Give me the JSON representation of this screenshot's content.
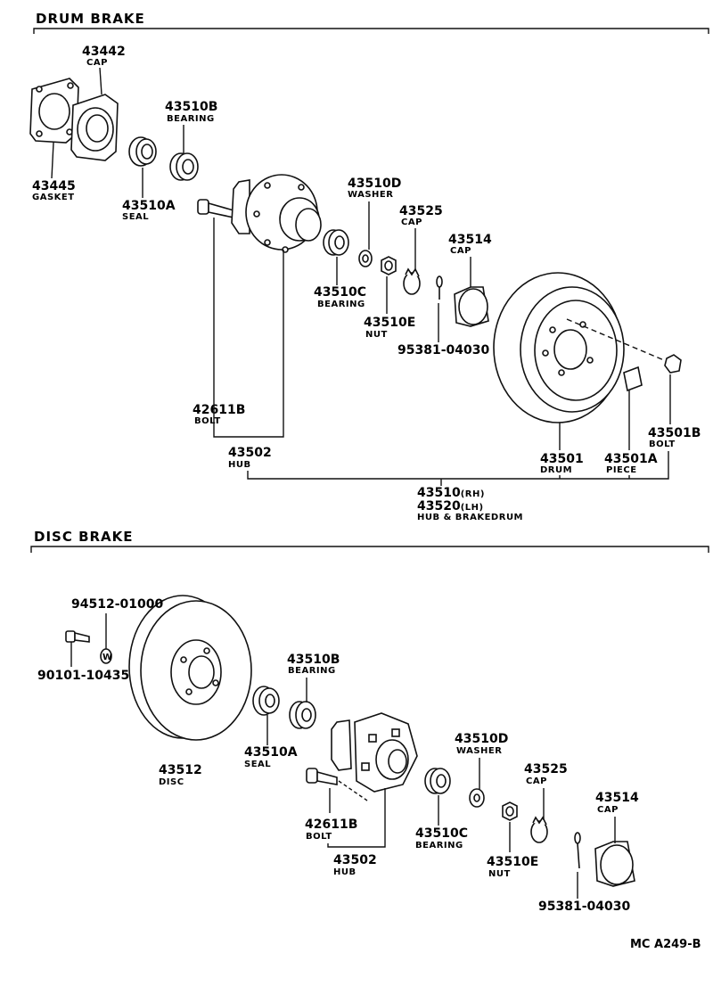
{
  "sections": {
    "drum": {
      "title": "DRUM BRAKE"
    },
    "disc": {
      "title": "DISC BRAKE"
    }
  },
  "drum_parts": {
    "cap_43442": {
      "number": "43442",
      "name": "CAP"
    },
    "gasket_43445": {
      "number": "43445",
      "name": "GASKET"
    },
    "bearing_43510B": {
      "number": "43510B",
      "name": "BEARING"
    },
    "seal_43510A": {
      "number": "43510A",
      "name": "SEAL"
    },
    "washer_43510D": {
      "number": "43510D",
      "name": "WASHER"
    },
    "cap_43525": {
      "number": "43525",
      "name": "CAP"
    },
    "cap_43514": {
      "number": "43514",
      "name": "CAP"
    },
    "bearing_43510C": {
      "number": "43510C",
      "name": "BEARING"
    },
    "nut_43510E": {
      "number": "43510E",
      "name": "NUT"
    },
    "pin_95381": {
      "number": "95381-04030"
    },
    "bolt_42611B": {
      "number": "42611B",
      "name": "BOLT"
    },
    "hub_43502": {
      "number": "43502",
      "name": "HUB"
    },
    "drum_43501": {
      "number": "43501",
      "name": "DRUM"
    },
    "piece_43501A": {
      "number": "43501A",
      "name": "PIECE"
    },
    "bolt_43501B": {
      "number": "43501B",
      "name": "BOLT"
    },
    "assembly": {
      "number_rh": "43510",
      "suffix_rh": "(RH)",
      "number_lh": "43520",
      "suffix_lh": "(LH)",
      "name": "HUB & BRAKEDRUM"
    }
  },
  "disc_parts": {
    "washer_94512": {
      "number": "94512-01000",
      "mark": "W"
    },
    "bolt_90101": {
      "number": "90101-10435"
    },
    "bearing_43510B": {
      "number": "43510B",
      "name": "BEARING"
    },
    "seal_43510A": {
      "number": "43510A",
      "name": "SEAL"
    },
    "disc_43512": {
      "number": "43512",
      "name": "DISC"
    },
    "washer_43510D": {
      "number": "43510D",
      "name": "WASHER"
    },
    "cap_43525": {
      "number": "43525",
      "name": "CAP"
    },
    "cap_43514": {
      "number": "43514",
      "name": "CAP"
    },
    "bolt_42611B": {
      "number": "42611B",
      "name": "BOLT"
    },
    "bearing_43510C": {
      "number": "43510C",
      "name": "BEARING"
    },
    "nut_43510E": {
      "number": "43510E",
      "name": "NUT"
    },
    "hub_43502": {
      "number": "43502",
      "name": "HUB"
    },
    "pin_95381": {
      "number": "95381-04030"
    }
  },
  "footer": {
    "ref": "MC  A249-B"
  }
}
